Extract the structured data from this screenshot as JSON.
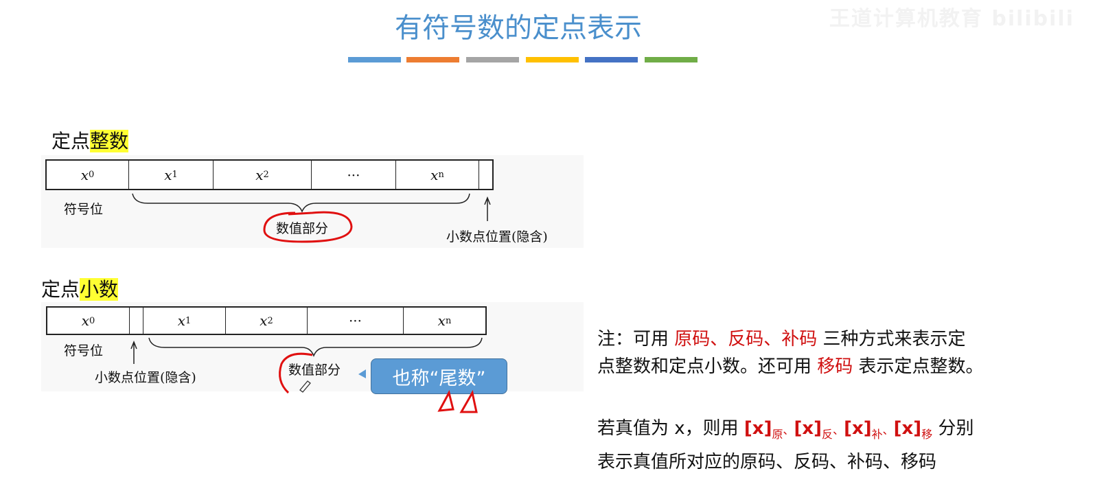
{
  "title": "有符号数的定点表示",
  "watermark": "王道计算机教育 bilibili",
  "title_bar_colors": [
    "#5b9bd5",
    "#ed7d31",
    "#a5a5a5",
    "#ffc000",
    "#4472c4",
    "#70ad47"
  ],
  "integer_section": {
    "heading_prefix": "定点",
    "heading_highlight": "整数",
    "cells": [
      {
        "v": "x",
        "s": "0"
      },
      {
        "v": "x",
        "s": "1"
      },
      {
        "v": "x",
        "s": "2"
      },
      {
        "v": "···",
        "s": ""
      },
      {
        "v": "x",
        "s": "n"
      }
    ],
    "sign_label": "符号位",
    "value_label": "数值部分",
    "point_label": "小数点位置(隐含)"
  },
  "fraction_section": {
    "heading_prefix": "定点",
    "heading_highlight": "小数",
    "cells": [
      {
        "v": "x",
        "s": "0"
      },
      {
        "v": "x",
        "s": "1"
      },
      {
        "v": "x",
        "s": "2"
      },
      {
        "v": "···",
        "s": ""
      },
      {
        "v": "x",
        "s": "n"
      }
    ],
    "sign_label": "符号位",
    "value_label": "数值部分",
    "point_label": "小数点位置(隐含)",
    "callout": "也称“尾数”"
  },
  "note1": {
    "a": "注：可用 ",
    "b": "原码、反码、补码",
    "c": " 三种方式来表示定",
    "d": "点整数和定点小数。还可用 ",
    "e": "移码",
    "f": " 表示定点整数。"
  },
  "note2": {
    "a": "若真值为 x，则用 ",
    "codes": [
      {
        "x": "[x]",
        "s": "原"
      },
      {
        "x": "[x]",
        "s": "反"
      },
      {
        "x": "[x]",
        "s": "补"
      },
      {
        "x": "[x]",
        "s": "移"
      }
    ],
    "sep": "、",
    "b": " 分别",
    "c": "表示真值所对应的原码、反码、补码、移码"
  },
  "colors": {
    "accent": "#4a8fcc",
    "red": "#d01010",
    "callout": "#5b9bd5",
    "highlight": "#ffff33"
  }
}
